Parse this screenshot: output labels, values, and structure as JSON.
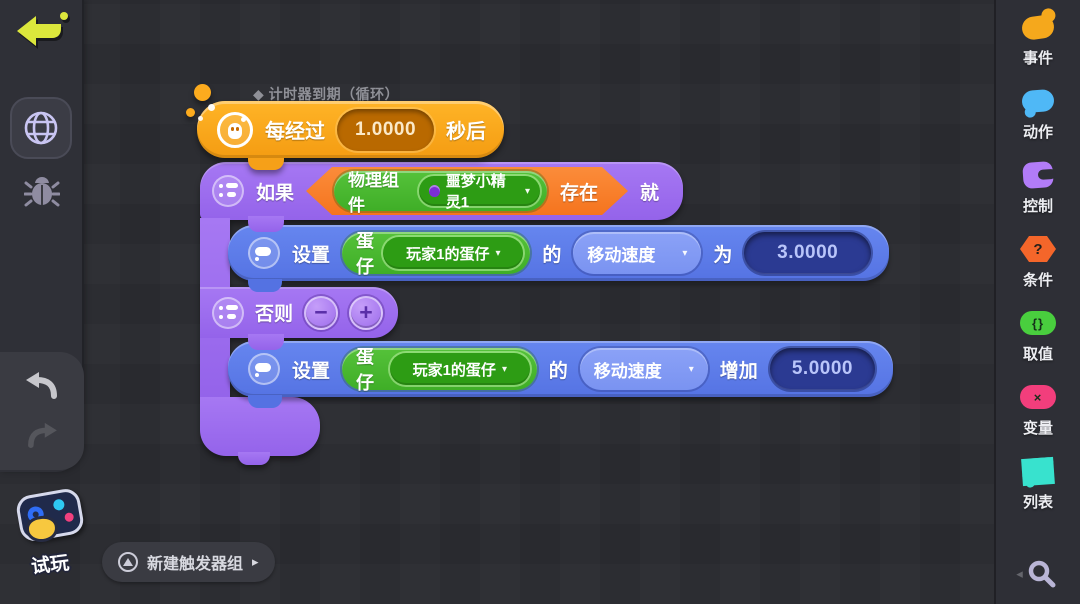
{
  "glyphs": {
    "caret_down": "▾",
    "chevron_right": "▸",
    "caret_left": "◂",
    "minus": "−",
    "plus": "+"
  },
  "colors": {
    "canvas_bg": "#292a2f",
    "event_block_orange": "#FCA51D",
    "control_purple": "#9B6CF1",
    "condition_orange": "#F8802C",
    "component_green": "#49B531",
    "action_blue": "#5C7CE8",
    "value_navy": "#2B3A92",
    "back_arrow_lime": "#DCE73C"
  },
  "canvas": {
    "comment": "◆ 计时器到期（循环）",
    "event_block": {
      "prefix": "每经过",
      "interval_value": "1.0000",
      "suffix": "秒后"
    },
    "if_block": {
      "keyword": "如果",
      "component_label": "物理组件",
      "component_value": "噩梦小精灵1",
      "exists_label": "存在",
      "then_label": "就"
    },
    "set_blocks": [
      {
        "verb": "设置",
        "entity_label": "蛋仔",
        "entity_value": "玩家1的蛋仔",
        "of_label": "的",
        "property": "移动速度",
        "op_label": "为",
        "value": "3.0000"
      },
      {
        "verb": "设置",
        "entity_label": "蛋仔",
        "entity_value": "玩家1的蛋仔",
        "of_label": "的",
        "property": "移动速度",
        "op_label": "增加",
        "value": "5.0000"
      }
    ],
    "else_block": {
      "keyword": "否则"
    }
  },
  "footer": {
    "new_trigger_group": "新建触发器组",
    "play_label": "试玩"
  },
  "right_sidebar": {
    "items": [
      {
        "label": "事件",
        "color": "#F5A81C"
      },
      {
        "label": "动作",
        "color": "#4FB8F6"
      },
      {
        "label": "控制",
        "color": "#B27CF8"
      },
      {
        "label": "条件",
        "color": "#F4662A",
        "glyph": "?"
      },
      {
        "label": "取值",
        "color": "#49CE3E",
        "glyph": "{}"
      },
      {
        "label": "变量",
        "color": "#F23E7C",
        "glyph": "×"
      },
      {
        "label": "列表",
        "color": "#38E2CE"
      }
    ]
  }
}
